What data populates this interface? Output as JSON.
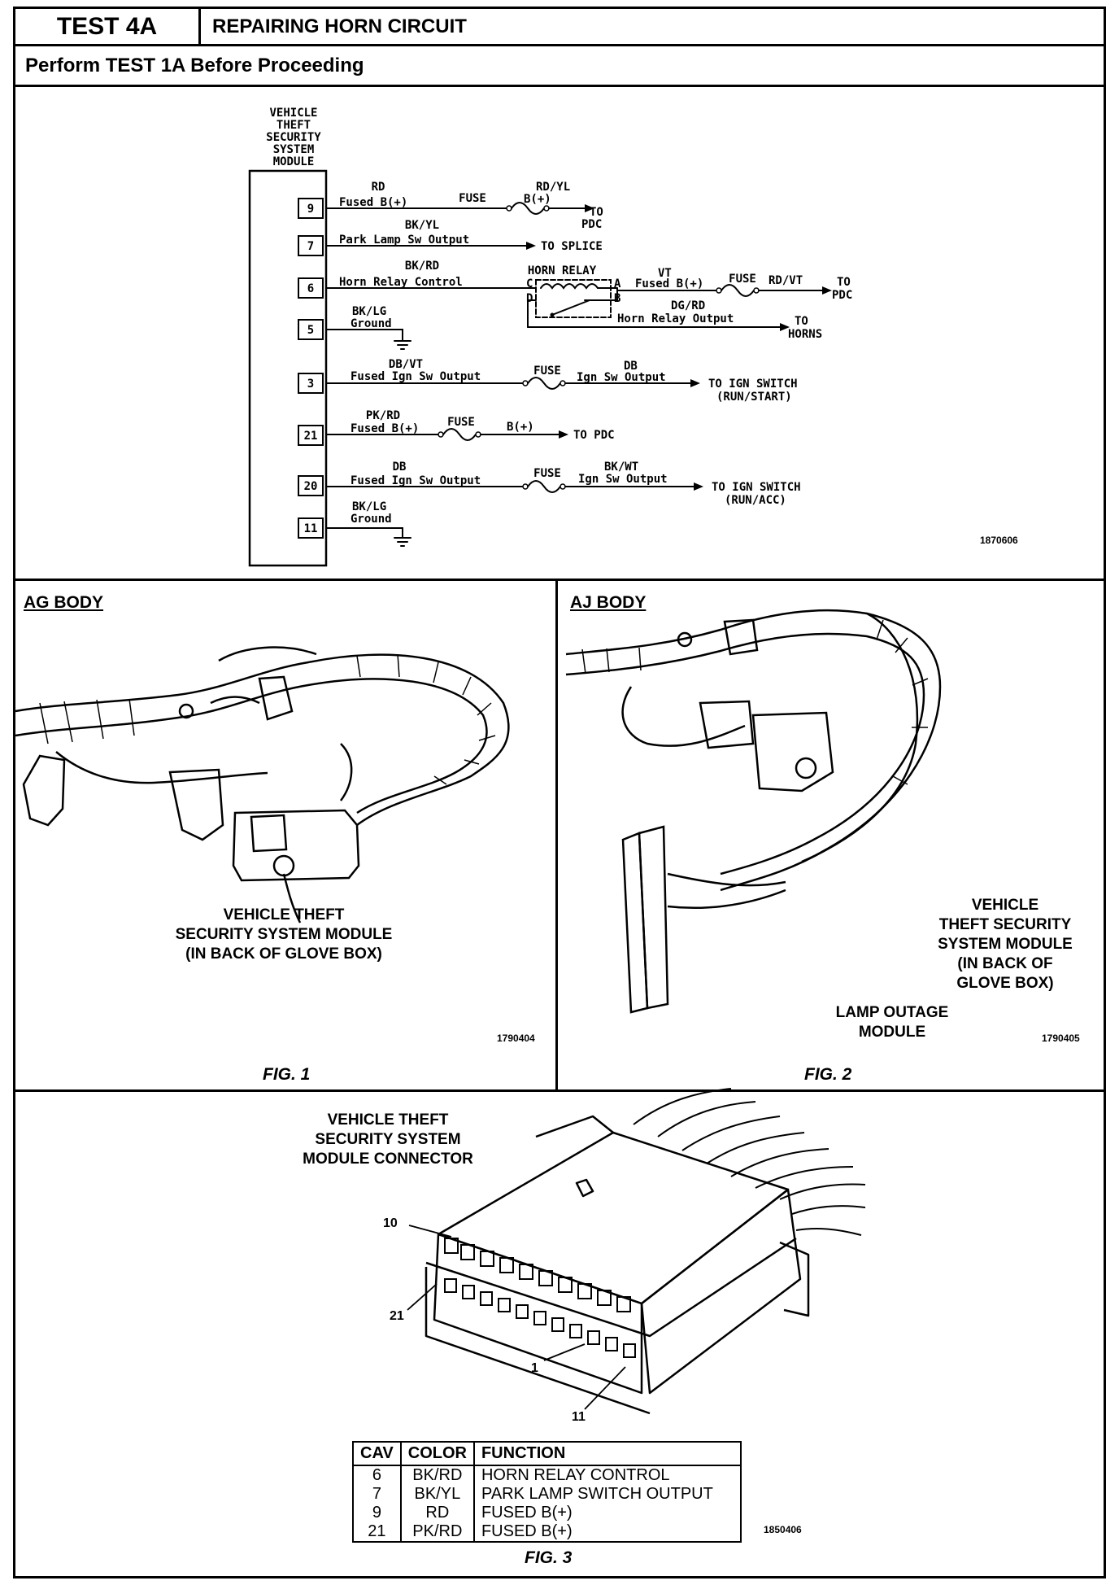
{
  "header": {
    "test_id": "TEST 4A",
    "title": "REPAIRING HORN CIRCUIT",
    "subtitle": "Perform TEST 1A Before Proceeding"
  },
  "schematic": {
    "module_title": [
      "VEHICLE",
      "THEFT",
      "SECURITY",
      "SYSTEM",
      "MODULE"
    ],
    "pins": [
      "9",
      "7",
      "6",
      "5",
      "3",
      "21",
      "20",
      "11"
    ],
    "circuits": [
      {
        "pin": "9",
        "wire": "RD",
        "function": "Fused B(+)",
        "fuse": "FUSE",
        "wire2": "RD/YL",
        "function2": "B(+)",
        "dest": [
          "TO",
          "PDC"
        ]
      },
      {
        "pin": "7",
        "wire": "BK/YL",
        "function": "Park Lamp Sw Output",
        "dest": [
          "TO SPLICE"
        ]
      },
      {
        "pin": "6",
        "wire": "BK/RD",
        "function": "Horn Relay Control",
        "relay": "HORN RELAY",
        "relay_terms": [
          "C",
          "A",
          "D",
          "B"
        ],
        "wire2": "VT",
        "function2": "Fused B(+)",
        "fuse": "FUSE",
        "wire3": "RD/VT",
        "dest": [
          "TO",
          "PDC"
        ],
        "wire4": "DG/RD",
        "function4": "Horn Relay Output",
        "dest2": [
          "TO",
          "HORNS"
        ]
      },
      {
        "pin": "5",
        "wire": "BK/LG",
        "function": "Ground"
      },
      {
        "pin": "3",
        "wire": "DB/VT",
        "function": "Fused Ign Sw Output",
        "fuse": "FUSE",
        "wire2": "DB",
        "function2": "Ign Sw Output",
        "dest": [
          "TO IGN SWITCH",
          "(RUN/START)"
        ]
      },
      {
        "pin": "21",
        "wire": "PK/RD",
        "function": "Fused B(+)",
        "fuse": "FUSE",
        "function2": "B(+)",
        "dest": [
          "TO PDC"
        ]
      },
      {
        "pin": "20",
        "wire": "DB",
        "function": "Fused Ign Sw Output",
        "fuse": "FUSE",
        "wire2": "BK/WT",
        "function2": "Ign Sw Output",
        "dest": [
          "TO IGN SWITCH",
          "(RUN/ACC)"
        ]
      },
      {
        "pin": "11",
        "wire": "BK/LG",
        "function": "Ground"
      }
    ],
    "ref": "1870606"
  },
  "fig1": {
    "panel_label": "AG BODY",
    "callout": [
      "VEHICLE THEFT",
      "SECURITY SYSTEM MODULE",
      "(IN BACK OF GLOVE BOX)"
    ],
    "ref": "1790404",
    "caption": "FIG. 1"
  },
  "fig2": {
    "panel_label": "AJ BODY",
    "callout_module": [
      "VEHICLE",
      "THEFT SECURITY",
      "SYSTEM MODULE",
      "(IN BACK OF",
      "GLOVE BOX)"
    ],
    "callout_lamp": [
      "LAMP OUTAGE",
      "MODULE"
    ],
    "ref": "1790405",
    "caption": "FIG. 2"
  },
  "fig3": {
    "connector_title": [
      "VEHICLE THEFT",
      "SECURITY SYSTEM",
      "MODULE CONNECTOR"
    ],
    "pin_labels": {
      "p10": "10",
      "p21": "21",
      "p1": "1",
      "p11": "11"
    },
    "table": {
      "headers": [
        "CAV",
        "COLOR",
        "FUNCTION"
      ],
      "rows": [
        [
          "6",
          "BK/RD",
          "HORN RELAY CONTROL"
        ],
        [
          "7",
          "BK/YL",
          "PARK LAMP SWITCH OUTPUT"
        ],
        [
          "9",
          "RD",
          "FUSED B(+)"
        ],
        [
          "21",
          "PK/RD",
          "FUSED B(+)"
        ]
      ]
    },
    "ref": "1850406",
    "caption": "FIG. 3"
  }
}
